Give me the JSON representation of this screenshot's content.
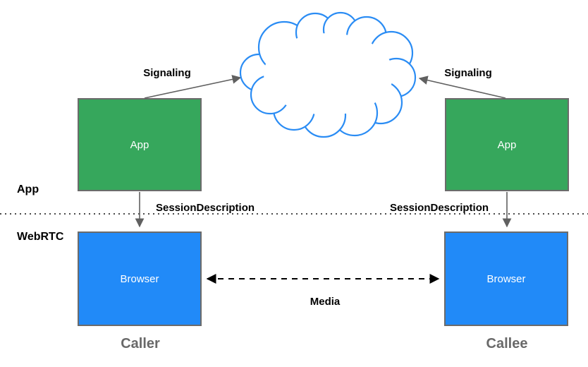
{
  "diagram": {
    "type": "webrtc-architecture",
    "layers": {
      "app": "App",
      "webrtc": "WebRTC"
    },
    "nodes": {
      "caller_app": {
        "label": "App"
      },
      "callee_app": {
        "label": "App"
      },
      "caller_browser": {
        "label": "Browser"
      },
      "callee_browser": {
        "label": "Browser"
      },
      "cloud": {
        "name": "signaling-cloud"
      }
    },
    "edges": {
      "signaling_left": {
        "label": "Signaling"
      },
      "signaling_right": {
        "label": "Signaling"
      },
      "session_left": {
        "label": "SessionDescription"
      },
      "session_right": {
        "label": "SessionDescription"
      },
      "media": {
        "label": "Media"
      }
    },
    "footers": {
      "caller": "Caller",
      "callee": "Callee"
    },
    "colors": {
      "app_fill": "#36A75C",
      "browser_fill": "#218AF8",
      "cloud_stroke": "#2A8CF4",
      "box_border": "#6B6B6B",
      "arrow": "#606060",
      "label_gray": "#696969"
    }
  }
}
